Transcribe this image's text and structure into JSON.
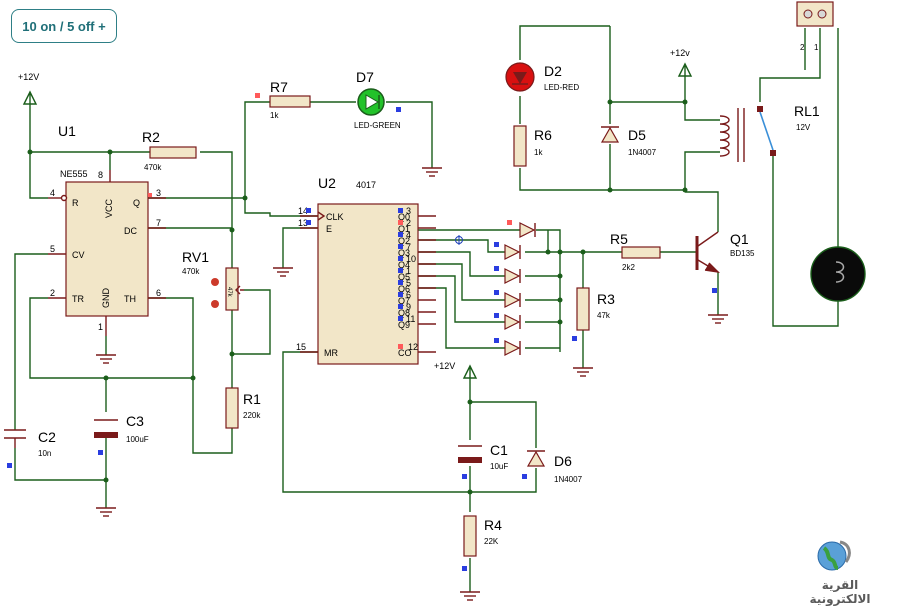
{
  "title": "10 on / 5 off +",
  "logo_text": "القرية الالكترونية",
  "labels": {
    "vcc_u1": "+12V",
    "u1": "U1",
    "u1_part": "NE555",
    "u1_r": "R",
    "u1_vcc": "VCC",
    "u1_q": "Q",
    "u1_dc": "DC",
    "u1_cv": "CV",
    "u1_tr": "TR",
    "u1_gnd": "GND",
    "u1_th": "TH",
    "p4": "4",
    "p8": "8",
    "p3": "3",
    "p7": "7",
    "p5": "5",
    "p2": "2",
    "p1": "1",
    "p6": "6",
    "r2": "R2",
    "r2_val": "470k",
    "r7": "R7",
    "r7_val": "1k",
    "d7": "D7",
    "d7_val": "LED-GREEN",
    "rv1": "RV1",
    "rv1_val": "470k",
    "r1": "R1",
    "r1_val": "220k",
    "c2": "C2",
    "c2_val": "10n",
    "c3": "C3",
    "c3_val": "100uF",
    "u2": "U2",
    "u2_part": "4017",
    "u2_clk": "CLK",
    "u2_e": "E",
    "u2_mr": "MR",
    "u2_co": "CO",
    "q0": "Q0",
    "q1": "Q1",
    "q2": "Q2",
    "q3": "Q3",
    "q4": "Q4",
    "q5": "Q5",
    "q6": "Q6",
    "q7": "Q7",
    "q8": "Q8",
    "q9": "Q9",
    "p14": "14",
    "p13": "13",
    "p15": "15",
    "p12": "12",
    "o3": "3",
    "o2": "2",
    "o4": "4",
    "o7": "7",
    "o10": "10",
    "o1": "1",
    "o5": "5",
    "o6": "6",
    "o9": "9",
    "o11": "11",
    "vcc_c1": "+12V",
    "c1": "C1",
    "c1_val": "10uF",
    "d6": "D6",
    "d6_val": "1N4007",
    "r4": "R4",
    "r4_val": "22K",
    "d2": "D2",
    "d2_val": "LED-RED",
    "r6": "R6",
    "r6_val": "1k",
    "d5": "D5",
    "d5_val": "1N4007",
    "vcc_relay": "+12v",
    "rl1": "RL1",
    "rl1_val": "12V",
    "j2": "2",
    "j1": "1",
    "r5": "R5",
    "r5_val": "2k2",
    "r3": "R3",
    "r3_val": "47k",
    "q1_t": "Q1",
    "q1_val": "BD135"
  },
  "colors": {
    "wire": "#1b5e1b",
    "component": "#7a1a1a",
    "ic_fill": "#f2e6c8",
    "marker_blue": "#2a3de0",
    "marker_red": "#ff5a5a",
    "led_green": "#22c22a",
    "led_red": "#d81010",
    "title_border": "#2e7f86"
  }
}
